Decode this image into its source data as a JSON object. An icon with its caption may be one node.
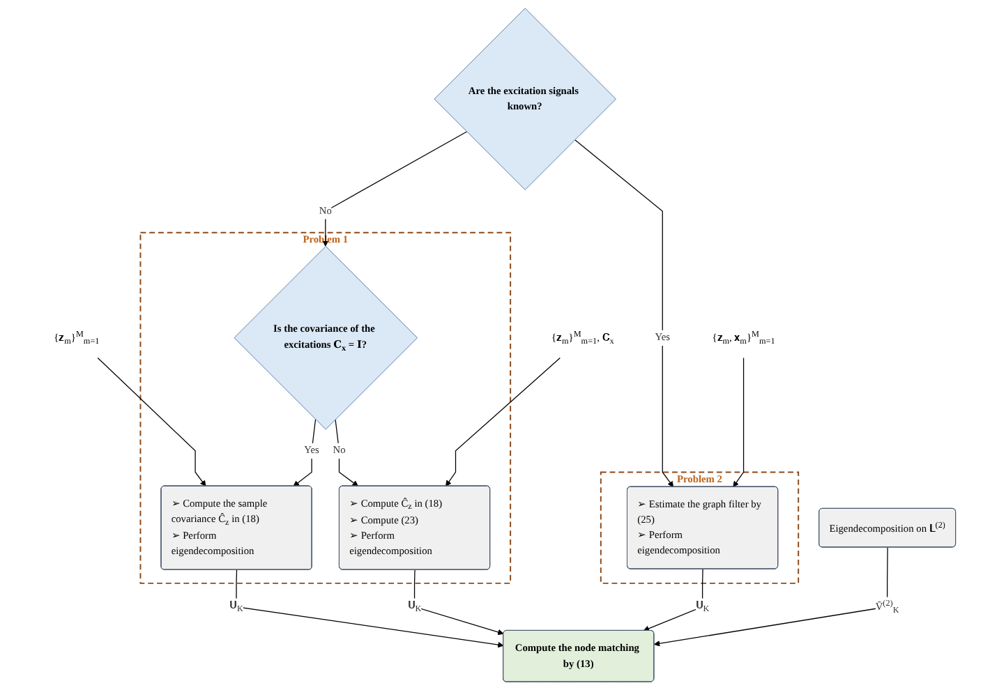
{
  "diagram": {
    "nodes": [
      {
        "text": [
          "Are the excitation signals known?"
        ]
      },
      {
        "text": [
          "{𝐳$_{m}$, 𝐱$_{m}$}$^{M}$$_{m=1}$"
        ]
      },
      {
        "text": [
          "Problem 1"
        ]
      },
      {
        "text": [
          "Is the covariance of the excitations 𝐂$_{x}$ = 𝐈?"
        ],
        "in": 2
      },
      {
        "text": [
          "Problem 2"
        ]
      },
      {
        "text": [
          "➢ Estimate the graph filter by (25)",
          "➢ Perform eigendecomposition"
        ],
        "in": 4
      },
      {
        "text": [
          "{𝐳$_{m}$}$^{M}$$_{m=1}$"
        ]
      },
      {
        "text": [
          "{𝐳$_{m}$}$^{M}$$_{m=1}$, 𝐂$_{x}$"
        ]
      },
      {
        "text": [
          "➢ Compute the sample covariance Ĉ$_{z}$ in (18)",
          "➢ Perform eigendecomposition"
        ],
        "in": 2
      },
      {
        "text": [
          "➢ Compute Ĉ$_{z}$ in (18)",
          "➢ Compute (23)",
          "➢ Perform eigendecomposition"
        ],
        "in": 2
      },
      {
        "text": [
          "Eigendecomposition on 𝐋$^{(2)}$"
        ]
      },
      {
        "text": [
          "Compute the node matching by (13)"
        ]
      }
    ],
    "edges": [
      {
        "from": 0,
        "to": 3,
        "arrow": "to",
        "label": "No"
      },
      {
        "from": 0,
        "to": 5,
        "arrow": "to",
        "label": "Yes"
      },
      {
        "from": 1,
        "to": 5,
        "arrow": "to"
      },
      {
        "from": 6,
        "to": 8,
        "arrow": "to"
      },
      {
        "from": 3,
        "to": 8,
        "arrow": "to",
        "label": "Yes"
      },
      {
        "from": 3,
        "to": 9,
        "arrow": "to",
        "label": "No"
      },
      {
        "from": 7,
        "to": 9,
        "arrow": "to"
      },
      {
        "from": 8,
        "to": 11,
        "arrow": "to",
        "label": "𝐔$_{K}$"
      },
      {
        "from": 9,
        "to": 11,
        "arrow": "to",
        "label": "𝐔$_{K}$"
      },
      {
        "from": 5,
        "to": 11,
        "arrow": "to",
        "label": "𝐔$_{K}$"
      },
      {
        "from": 10,
        "to": 11,
        "arrow": "to",
        "label": "Ṽ$^{(2)}$$_{K}$"
      }
    ]
  }
}
